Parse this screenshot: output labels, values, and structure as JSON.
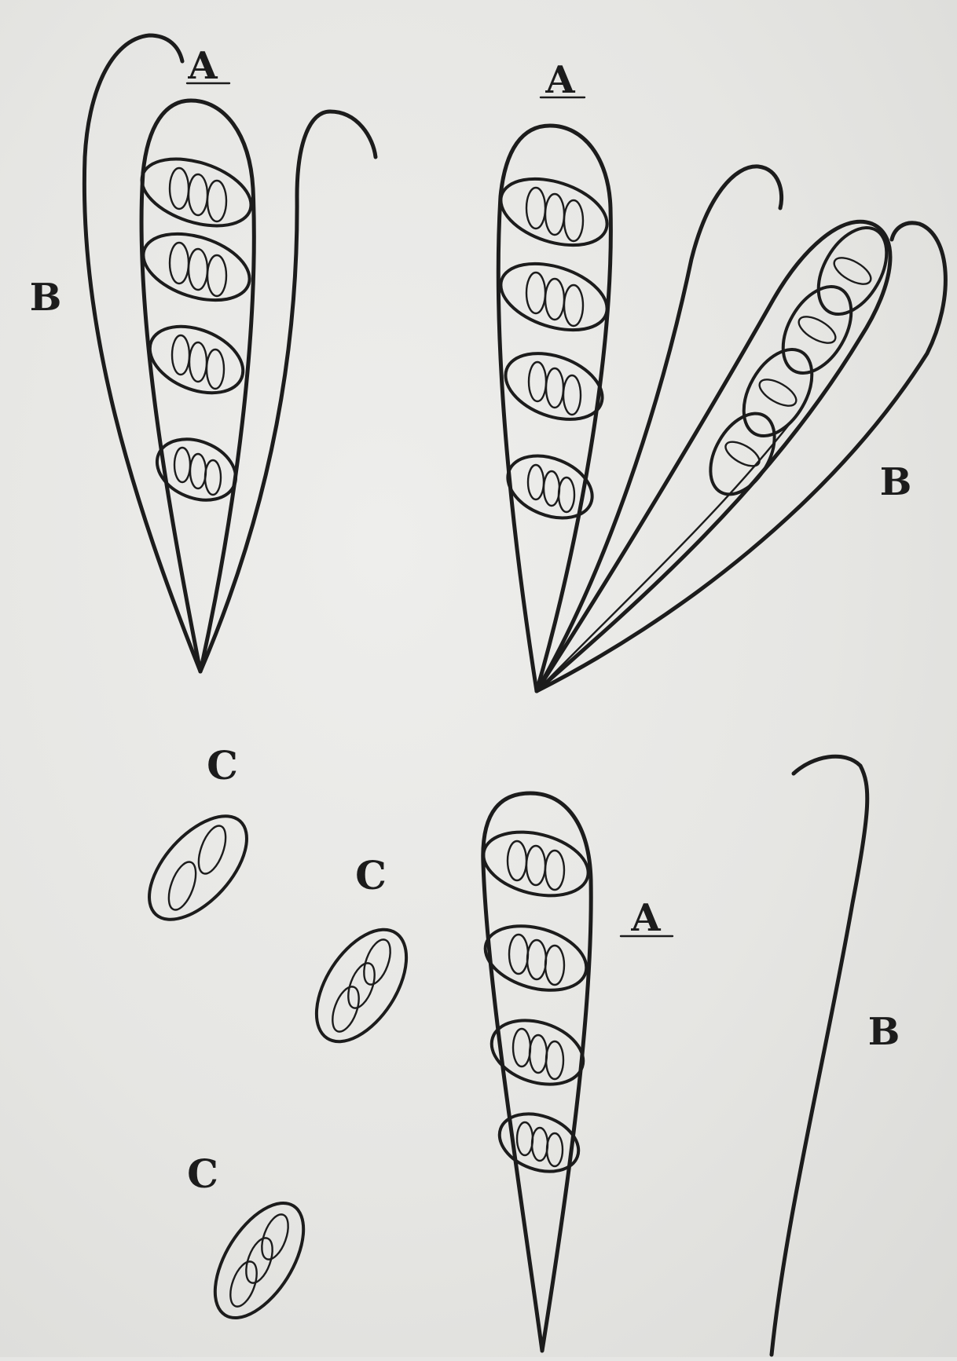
{
  "figure": {
    "labels": {
      "ascus_1": "A",
      "ascus_2": "A",
      "ascus_3": "A",
      "paraphysis_1": "B",
      "paraphysis_2": "B",
      "paraphysis_3": "B",
      "spore_1": "C",
      "spore_2": "C",
      "spore_3": "C"
    },
    "colors": {
      "ink": "#1c1c1c",
      "paper": "#e6e6e4"
    }
  }
}
